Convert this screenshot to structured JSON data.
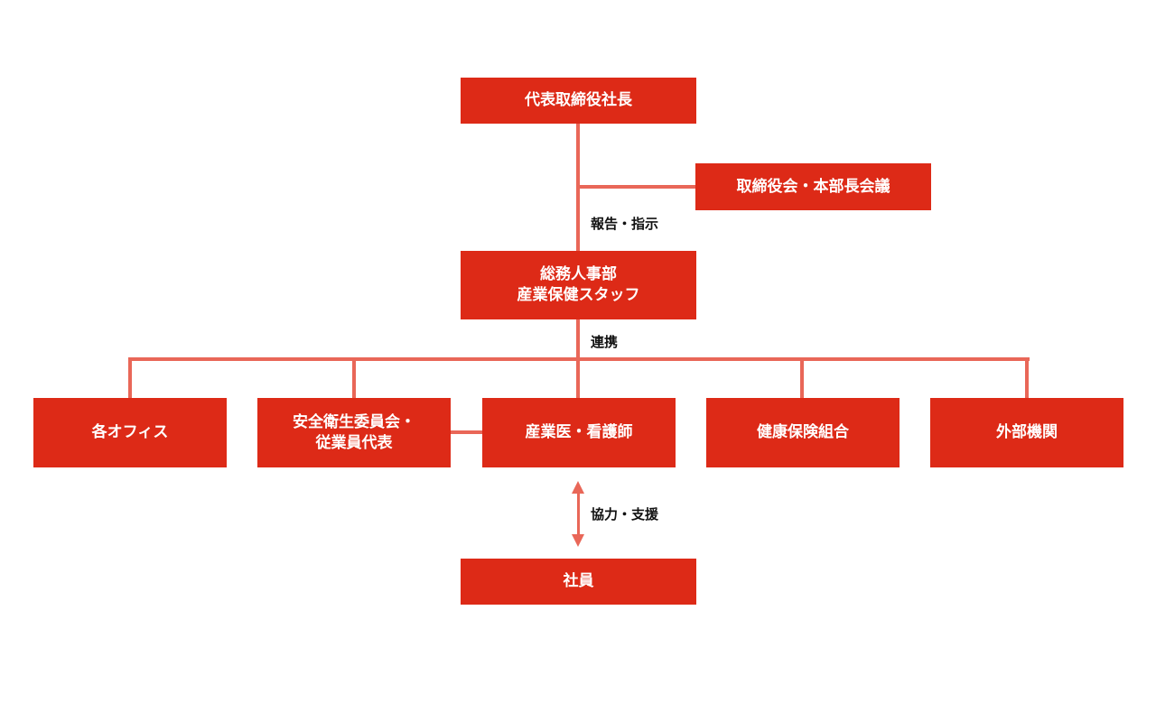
{
  "colors": {
    "box_fill": "#dd2a17",
    "line": "#e96758",
    "box_text": "#ffffff",
    "label_text": "#111111"
  },
  "nodes": {
    "ceo": "代表取締役社長",
    "board": "取締役会・本部長会議",
    "hr_line1": "総務人事部",
    "hr_line2": "産業保健スタッフ",
    "offices": "各オフィス",
    "safety_line1": "安全衛生委員会・",
    "safety_line2": "従業員代表",
    "doctor": "産業医・看護師",
    "insurance": "健康保険組合",
    "external": "外部機関",
    "employees": "社員"
  },
  "edge_labels": {
    "report": "報告・指示",
    "cooperation": "連携",
    "support": "協力・支援"
  }
}
